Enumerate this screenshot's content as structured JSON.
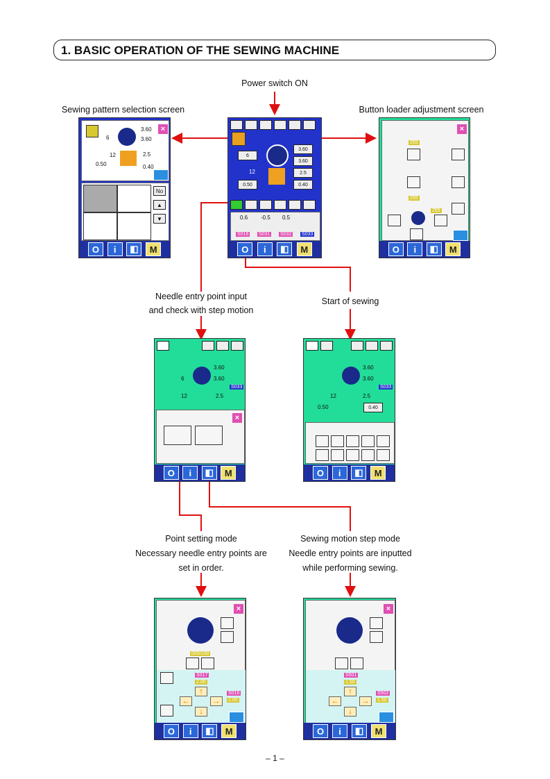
{
  "title": "1. BASIC OPERATION OF THE SEWING MACHINE",
  "labels": {
    "power": "Power switch ON",
    "pattern_selection": "Sewing pattern selection screen",
    "loader_adjust": "Button loader adjustment screen",
    "needle_entry_1": "Needle entry point input",
    "needle_entry_2": "and check with step motion",
    "start_sewing": "Start of sewing",
    "point_setting_1": "Point setting mode",
    "point_setting_2": "Necessary needle entry points are",
    "point_setting_3": "set in order.",
    "step_mode_1": "Sewing motion step mode",
    "step_mode_2": "Needle entry points are inputted",
    "step_mode_3": "while performing sewing."
  },
  "screen_values": {
    "v360": "3.60",
    "v25": "2.5",
    "v040": "0.40",
    "v050": "0.50",
    "v12": "12",
    "v6": "6",
    "v255": "255",
    "s016": "S016",
    "s031": "S031",
    "s032": "S032",
    "s033": "S033",
    "n06": "0.6",
    "n05neg": "-0.5",
    "n05": "0.5",
    "counter": "000/100",
    "s017": "S017",
    "v200": "2.00",
    "s501": "S501",
    "s502": "S502",
    "v150": "1.50"
  },
  "bottom_bar": [
    "O",
    "i",
    "◧",
    "M"
  ],
  "page_number": "– 1 –",
  "colors": {
    "screen_blue": "#2233cc",
    "screen_green": "#22dd99",
    "arrow_red": "#e01010",
    "bar_blue": "#1f2f9f"
  }
}
